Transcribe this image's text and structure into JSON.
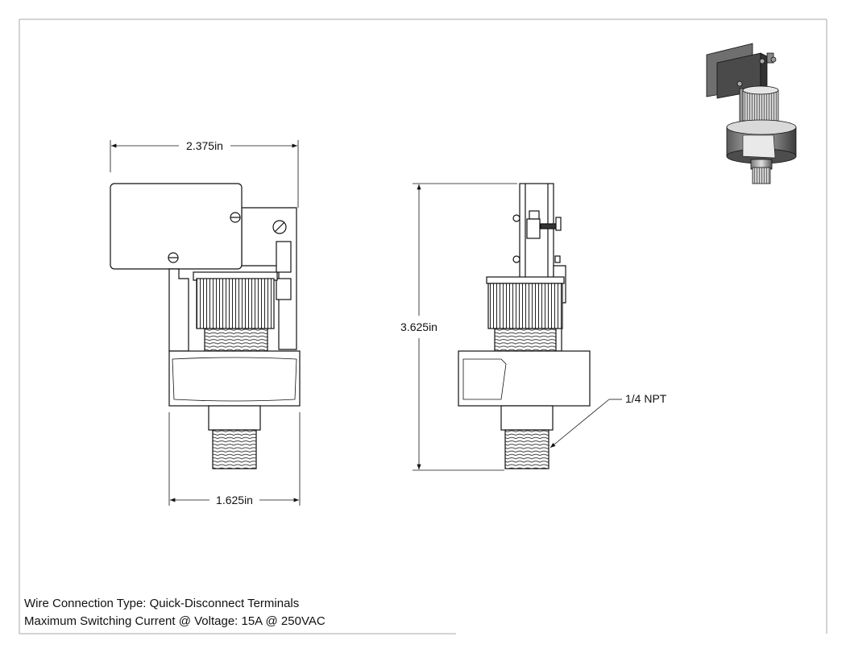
{
  "dimensions": {
    "overall_width": "2.375in",
    "body_width": "1.625in",
    "overall_height": "3.625in"
  },
  "callouts": {
    "thread": "1/4 NPT"
  },
  "notes": {
    "line1": "Wire Connection Type: Quick-Disconnect Terminals",
    "line2": "Maximum Switching Current @ Voltage: 15A @ 250VAC"
  }
}
